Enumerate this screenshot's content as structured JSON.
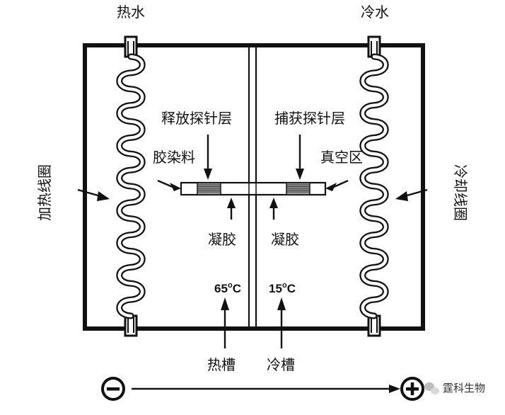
{
  "labels": {
    "hot_water": "热水",
    "cold_water": "冷水",
    "heating_coil": "加热线圈",
    "cooling_coil": "冷却线圈",
    "release_probe_layer": "释放探针层",
    "capture_probe_layer": "捕获探针层",
    "gel_dye": "胶染料",
    "vacuum_zone": "真空区",
    "gel_left": "凝胶",
    "gel_right": "凝胶",
    "hot_bath": "热槽",
    "cold_bath": "冷槽",
    "minus_sign": "−",
    "plus_sign": "+"
  },
  "temperatures": {
    "hot_value": "65",
    "hot_unit_degree": "o",
    "hot_unit": "C",
    "cold_value": "15",
    "cold_unit_degree": "o",
    "cold_unit": "C"
  },
  "watermark": {
    "icon": "wechat-icon",
    "text": "霆科生物"
  },
  "colors": {
    "ink": "#111111",
    "probe_fill": "#9a9a9a"
  }
}
